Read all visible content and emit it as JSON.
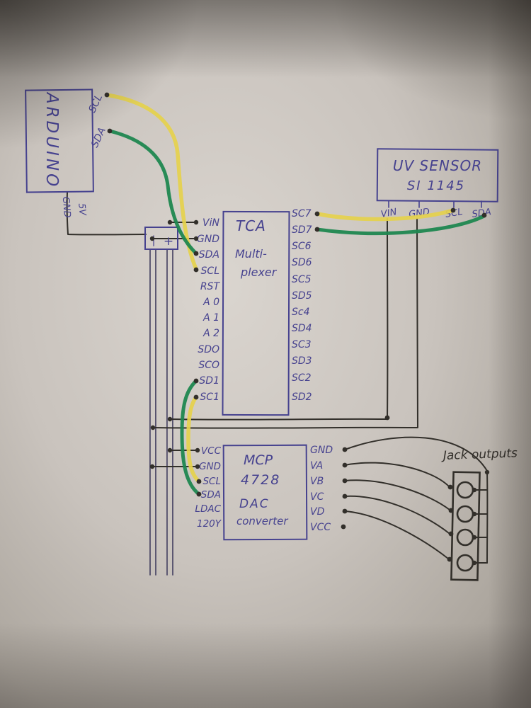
{
  "colors": {
    "paper": "#cfc9c3",
    "ink": "#46428f",
    "black": "#322f2a",
    "yellow": "#e5d14c",
    "green": "#1f8750"
  },
  "arduino": {
    "label": "ARDUINO",
    "pins": {
      "scl": "SCL",
      "sda": "SDA",
      "gnd": "GND",
      "v5": "5V"
    }
  },
  "power_rail": {
    "negative": "|",
    "positive": "+"
  },
  "uv_sensor": {
    "title": "UV SENSOR",
    "subtitle": "SI 1145",
    "pins": [
      "VIN",
      "GND",
      "SCL",
      "SDA"
    ]
  },
  "multiplexer": {
    "title": "TCA",
    "subtitle_line1": "Multi-",
    "subtitle_line2": "plexer",
    "left_pins": [
      "ViN",
      "GND",
      "SDA",
      "SCL",
      "RST",
      "A 0",
      "A 1",
      "A 2",
      "SDO",
      "SCO",
      "SD1",
      "SC1"
    ],
    "right_pins": [
      "SC7",
      "SD7",
      "SC6",
      "SD6",
      "SC5",
      "SD5",
      "Sc4",
      "SD4",
      "SC3",
      "SD3",
      "SC2",
      "SD2"
    ]
  },
  "dac": {
    "title_line1": "MCP",
    "title_line2": "4728",
    "title_line3": "DAC",
    "title_line4": "converter",
    "left_pins": [
      "VCC",
      "GND",
      "SCL",
      "SDA",
      "LDAC",
      "120Y"
    ],
    "right_pins": [
      "GND",
      "VA",
      "VB",
      "VC",
      "VD",
      "VCC"
    ]
  },
  "jack": {
    "label": "Jack outputs"
  }
}
